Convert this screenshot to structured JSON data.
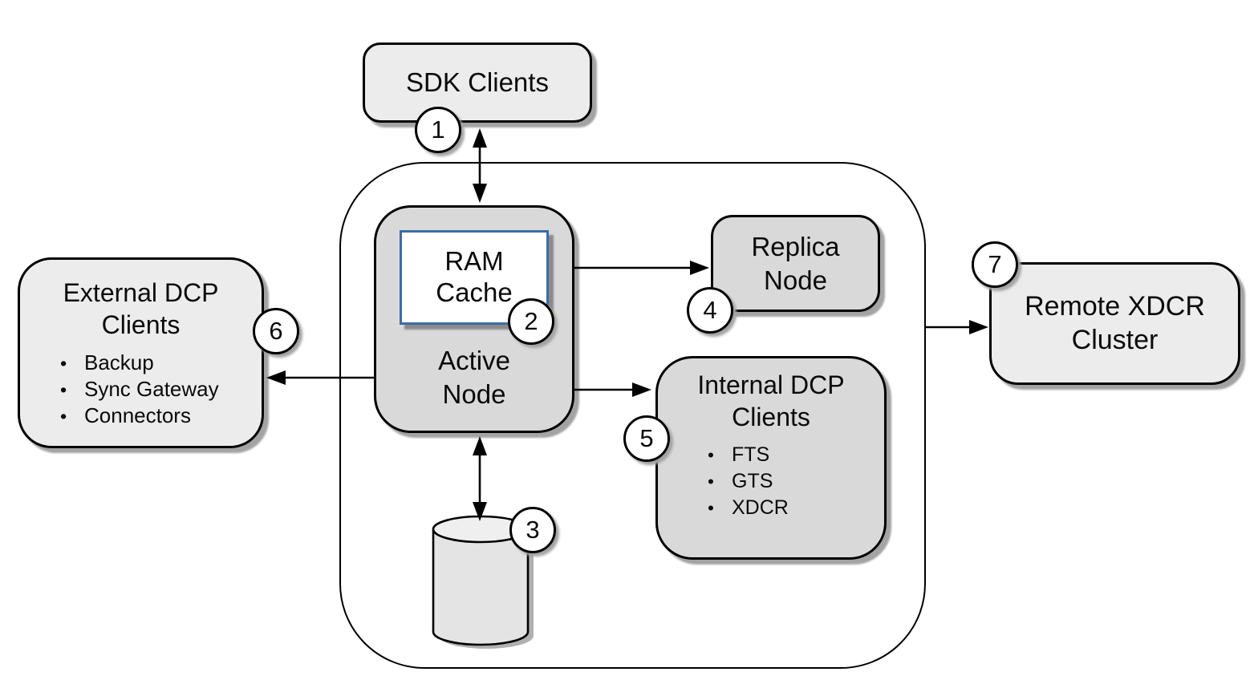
{
  "nodes": {
    "sdk_clients": {
      "label": "SDK Clients",
      "badge": "1"
    },
    "ram_cache": {
      "label": "RAM Cache",
      "badge": "2"
    },
    "active_node": {
      "label": "Active Node"
    },
    "data_store": {
      "badge": "3"
    },
    "replica_node": {
      "label": "Replica Node",
      "badge": "4"
    },
    "internal_dcp_clients": {
      "title": "Internal DCP Clients",
      "badge": "5",
      "items": [
        "FTS",
        "GTS",
        "XDCR"
      ]
    },
    "external_dcp_clients": {
      "title": "External DCP Clients",
      "badge": "6",
      "items": [
        "Backup",
        "Sync Gateway",
        "Connectors"
      ]
    },
    "remote_xdcr_cluster": {
      "label": "Remote XDCR Cluster",
      "badge": "7"
    }
  },
  "colors": {
    "background": "#ffffff",
    "box_fill_light": "#ececec",
    "box_fill_mid": "#d9d9d9",
    "cylinder_fill": "#e4e4e4",
    "cylinder_top_fill": "#efefef",
    "border": "#000000",
    "ram_cache_border": "#3b6ca8",
    "shadow": "#a3a3a3",
    "text": "#0a0a0a"
  }
}
